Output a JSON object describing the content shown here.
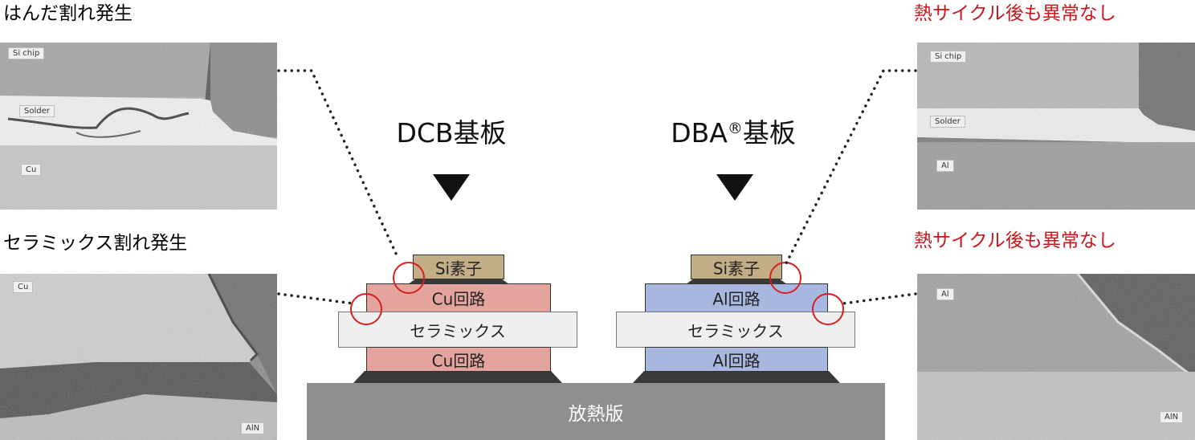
{
  "left_top_caption": "はんだ割れ発生",
  "left_bottom_caption": "セラミックス割れ発生",
  "right_top_caption": "熱サイクル後も異常なし",
  "right_bottom_caption": "熱サイクル後も異常なし",
  "dcb": {
    "title": "DCB基板",
    "si_label": "Si素子",
    "top_metal_label": "Cu回路",
    "ceramic_label": "セラミックス",
    "bottom_metal_label": "Cu回路"
  },
  "dba": {
    "title": "DBA",
    "title_mark": "®",
    "title_suffix": "基板",
    "si_label": "Si素子",
    "top_metal_label": "Al回路",
    "ceramic_label": "セラミックス",
    "bottom_metal_label": "Al回路"
  },
  "heat_sink_label": "放熱版",
  "photo_labels": {
    "left_top": [
      "Si chip",
      "Solder",
      "Cu"
    ],
    "left_bottom": [
      "Cu",
      "AlN"
    ],
    "right_top": [
      "Si chip",
      "Solder",
      "Al"
    ],
    "right_bottom": [
      "Al",
      "AlN"
    ]
  },
  "colors": {
    "warning_red": "#c8161d",
    "si_chip": "#c2ad87",
    "copper": "#e4a39c",
    "aluminum": "#a8b7e0",
    "ceramic": "#efefef",
    "heat_sink": "#8f8f8f"
  }
}
